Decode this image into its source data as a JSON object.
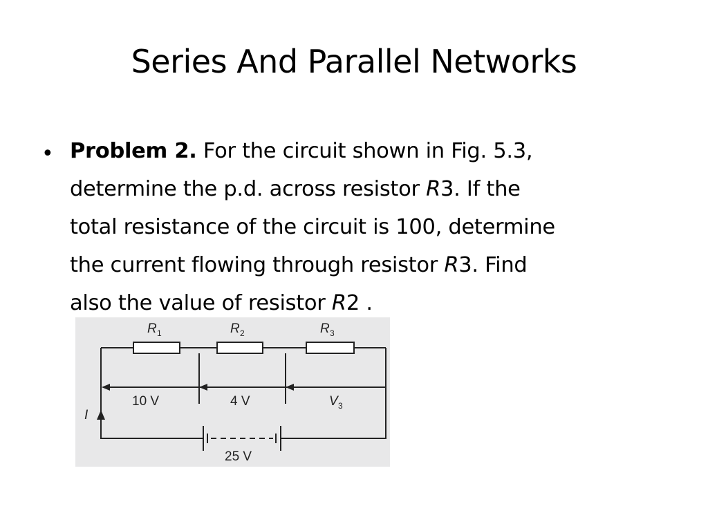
{
  "slide": {
    "title": "Series And Parallel Networks"
  },
  "bullet": {
    "mark": "•",
    "lead": "Problem 2.",
    "line1_rest": " For the circuit shown in Fig. 5.3,",
    "line2_a": "determine the p.d. across resistor ",
    "line2_r": "R",
    "line2_b": "3. If the",
    "line3": "total resistance of the circuit is 100, determine",
    "line4_a": "the current flowing through resistor ",
    "line4_r": "R",
    "line4_b": "3. Find",
    "line5_a": "also the value of resistor ",
    "line5_r": "R",
    "line5_b": "2 ."
  },
  "circuit": {
    "background": "#e8e8e9",
    "resistors": [
      {
        "letter": "R",
        "sub": "1"
      },
      {
        "letter": "R",
        "sub": "2"
      },
      {
        "letter": "R",
        "sub": "3"
      }
    ],
    "voltages": {
      "v1": "10 V",
      "v2": "4 V",
      "v3_letter": "V",
      "v3_sub": "3"
    },
    "current_letter": "I",
    "supply": "25 V"
  }
}
